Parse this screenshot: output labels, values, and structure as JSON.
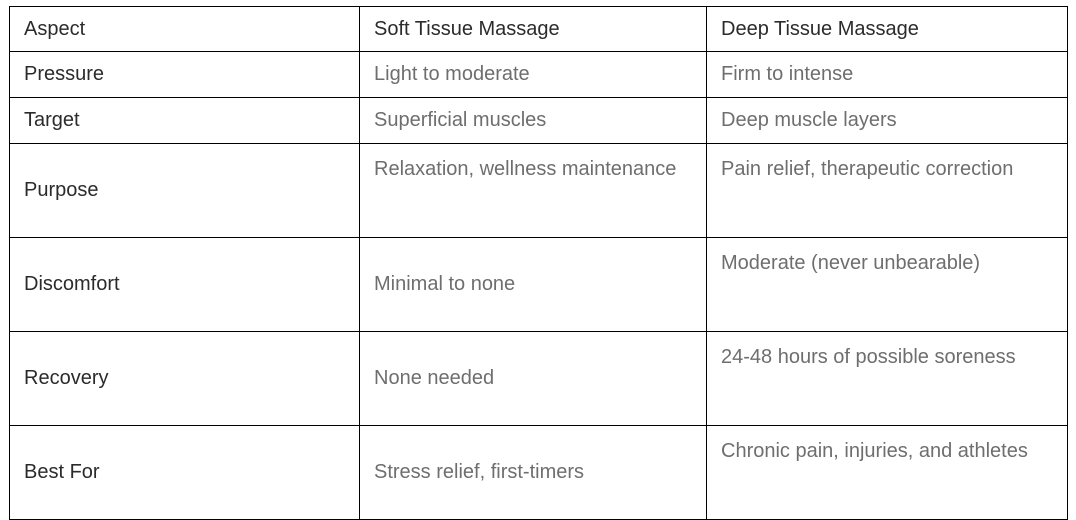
{
  "table": {
    "columns": [
      "Aspect",
      "Soft Tissue Massage",
      "Deep Tissue Massage"
    ],
    "rows": [
      {
        "aspect": "Pressure",
        "soft": "Light to moderate",
        "deep": "Firm to intense",
        "tall": false,
        "soft_single_line": true,
        "deep_single_line": true
      },
      {
        "aspect": "Target",
        "soft": "Superficial muscles",
        "deep": "Deep muscle layers",
        "tall": false,
        "soft_single_line": true,
        "deep_single_line": true
      },
      {
        "aspect": "Purpose",
        "soft": "Relaxation, wellness maintenance",
        "deep": "Pain relief, therapeutic correction",
        "tall": true,
        "soft_single_line": false,
        "deep_single_line": false
      },
      {
        "aspect": "Discomfort",
        "soft": "Minimal to none",
        "deep": "Moderate (never unbearable)",
        "tall": true,
        "soft_single_line": true,
        "deep_single_line": false
      },
      {
        "aspect": "Recovery",
        "soft": "None needed",
        "deep": "24-48 hours of possible soreness",
        "tall": true,
        "soft_single_line": true,
        "deep_single_line": false
      },
      {
        "aspect": "Best For",
        "soft": "Stress relief, first-timers",
        "deep": "Chronic pain, injuries, and athletes",
        "tall": true,
        "soft_single_line": true,
        "deep_single_line": false
      }
    ]
  },
  "colors": {
    "border": "#000000",
    "heading_text": "#2b2b2b",
    "label_text": "#2b2b2b",
    "value_text": "#6e6e6e",
    "background": "#ffffff"
  }
}
